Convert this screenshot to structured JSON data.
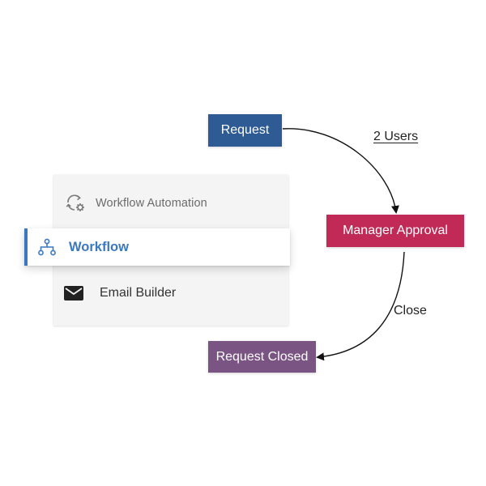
{
  "menu": {
    "items": [
      {
        "label": "Workflow Automation",
        "icon": "workflow-automation-icon",
        "active": false
      },
      {
        "label": "Workflow",
        "icon": "workflow-hierarchy-icon",
        "active": true
      },
      {
        "label": "Email Builder",
        "icon": "envelope-icon",
        "active": false
      }
    ]
  },
  "diagram": {
    "nodes": {
      "request": {
        "label": "Request",
        "color": "#2e5b94"
      },
      "manager_approval": {
        "label": "Manager Approval",
        "color": "#c12a57"
      },
      "request_closed": {
        "label": "Request Closed",
        "color": "#7a5483"
      }
    },
    "edges": {
      "request_to_approval": {
        "label": "2 Users"
      },
      "approval_to_closed": {
        "label": "Close"
      }
    }
  },
  "colors": {
    "accent": "#3a78c0",
    "panel_background": "#f4f4f4"
  }
}
